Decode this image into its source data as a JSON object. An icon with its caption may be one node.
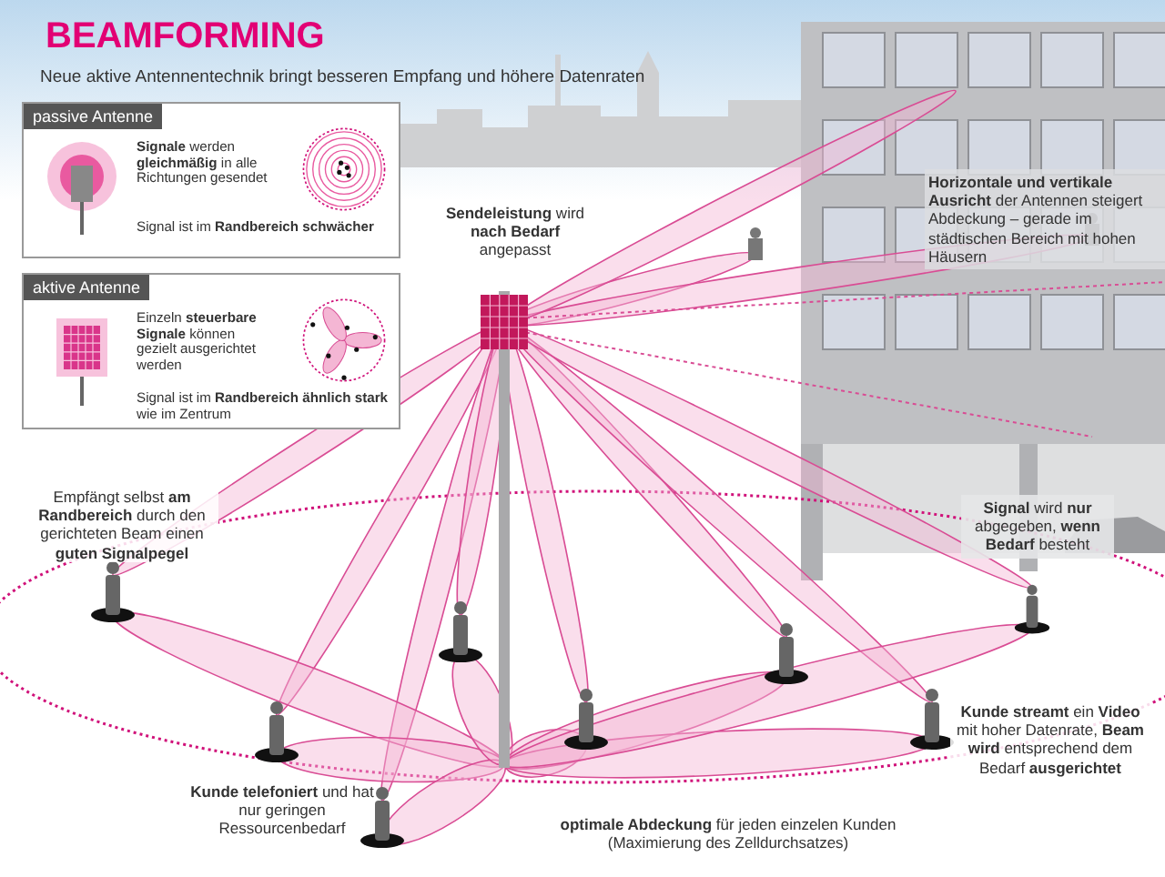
{
  "diagram": {
    "title": "BEAMFORMING",
    "nodes": [
      {
        "text": [
          "passive Antenne",
          "**Signale** werden **gleichmäßig** in alle Richtungen gesendet",
          "Signal ist im **Randbereich schwächer**"
        ]
      },
      {
        "text": [
          "aktive Antenne",
          "Einzeln **steuerbare Signale** können gezielt ausgerichtet werden",
          "Signal ist im **Randbereich ähnlich stark** wie im Zentrum"
        ]
      }
    ],
    "labels": [
      "Neue aktive Antennentechnik bringt besseren Empfang und höhere Datenraten",
      "**Sendeleistung** wird **nach Bedarf** angepasst",
      "**Horizontale und vertikale Ausricht** der Antennen steigert Abdeckung – gerade im städtischen Bereich mit hohen Häusern",
      "Empfängt selbst **am Randbereich** durch den gerichteten Beam einen **guten Signalpegel**",
      "**Signal** wird **nur** abgegeben, **wenn Bedarf** besteht",
      "**Kunde streamt** ein **Video** mit hoher Datenrate, **Beam wird** entsprechend dem Bedarf **ausgerichtet**",
      "**Kunde telefoniert** und hat nur geringen Ressourcenbedarf",
      "**optimale Abdeckung** für jeden einzelen Kunden (Maximierung des Zelldurchsatzes)"
    ]
  }
}
